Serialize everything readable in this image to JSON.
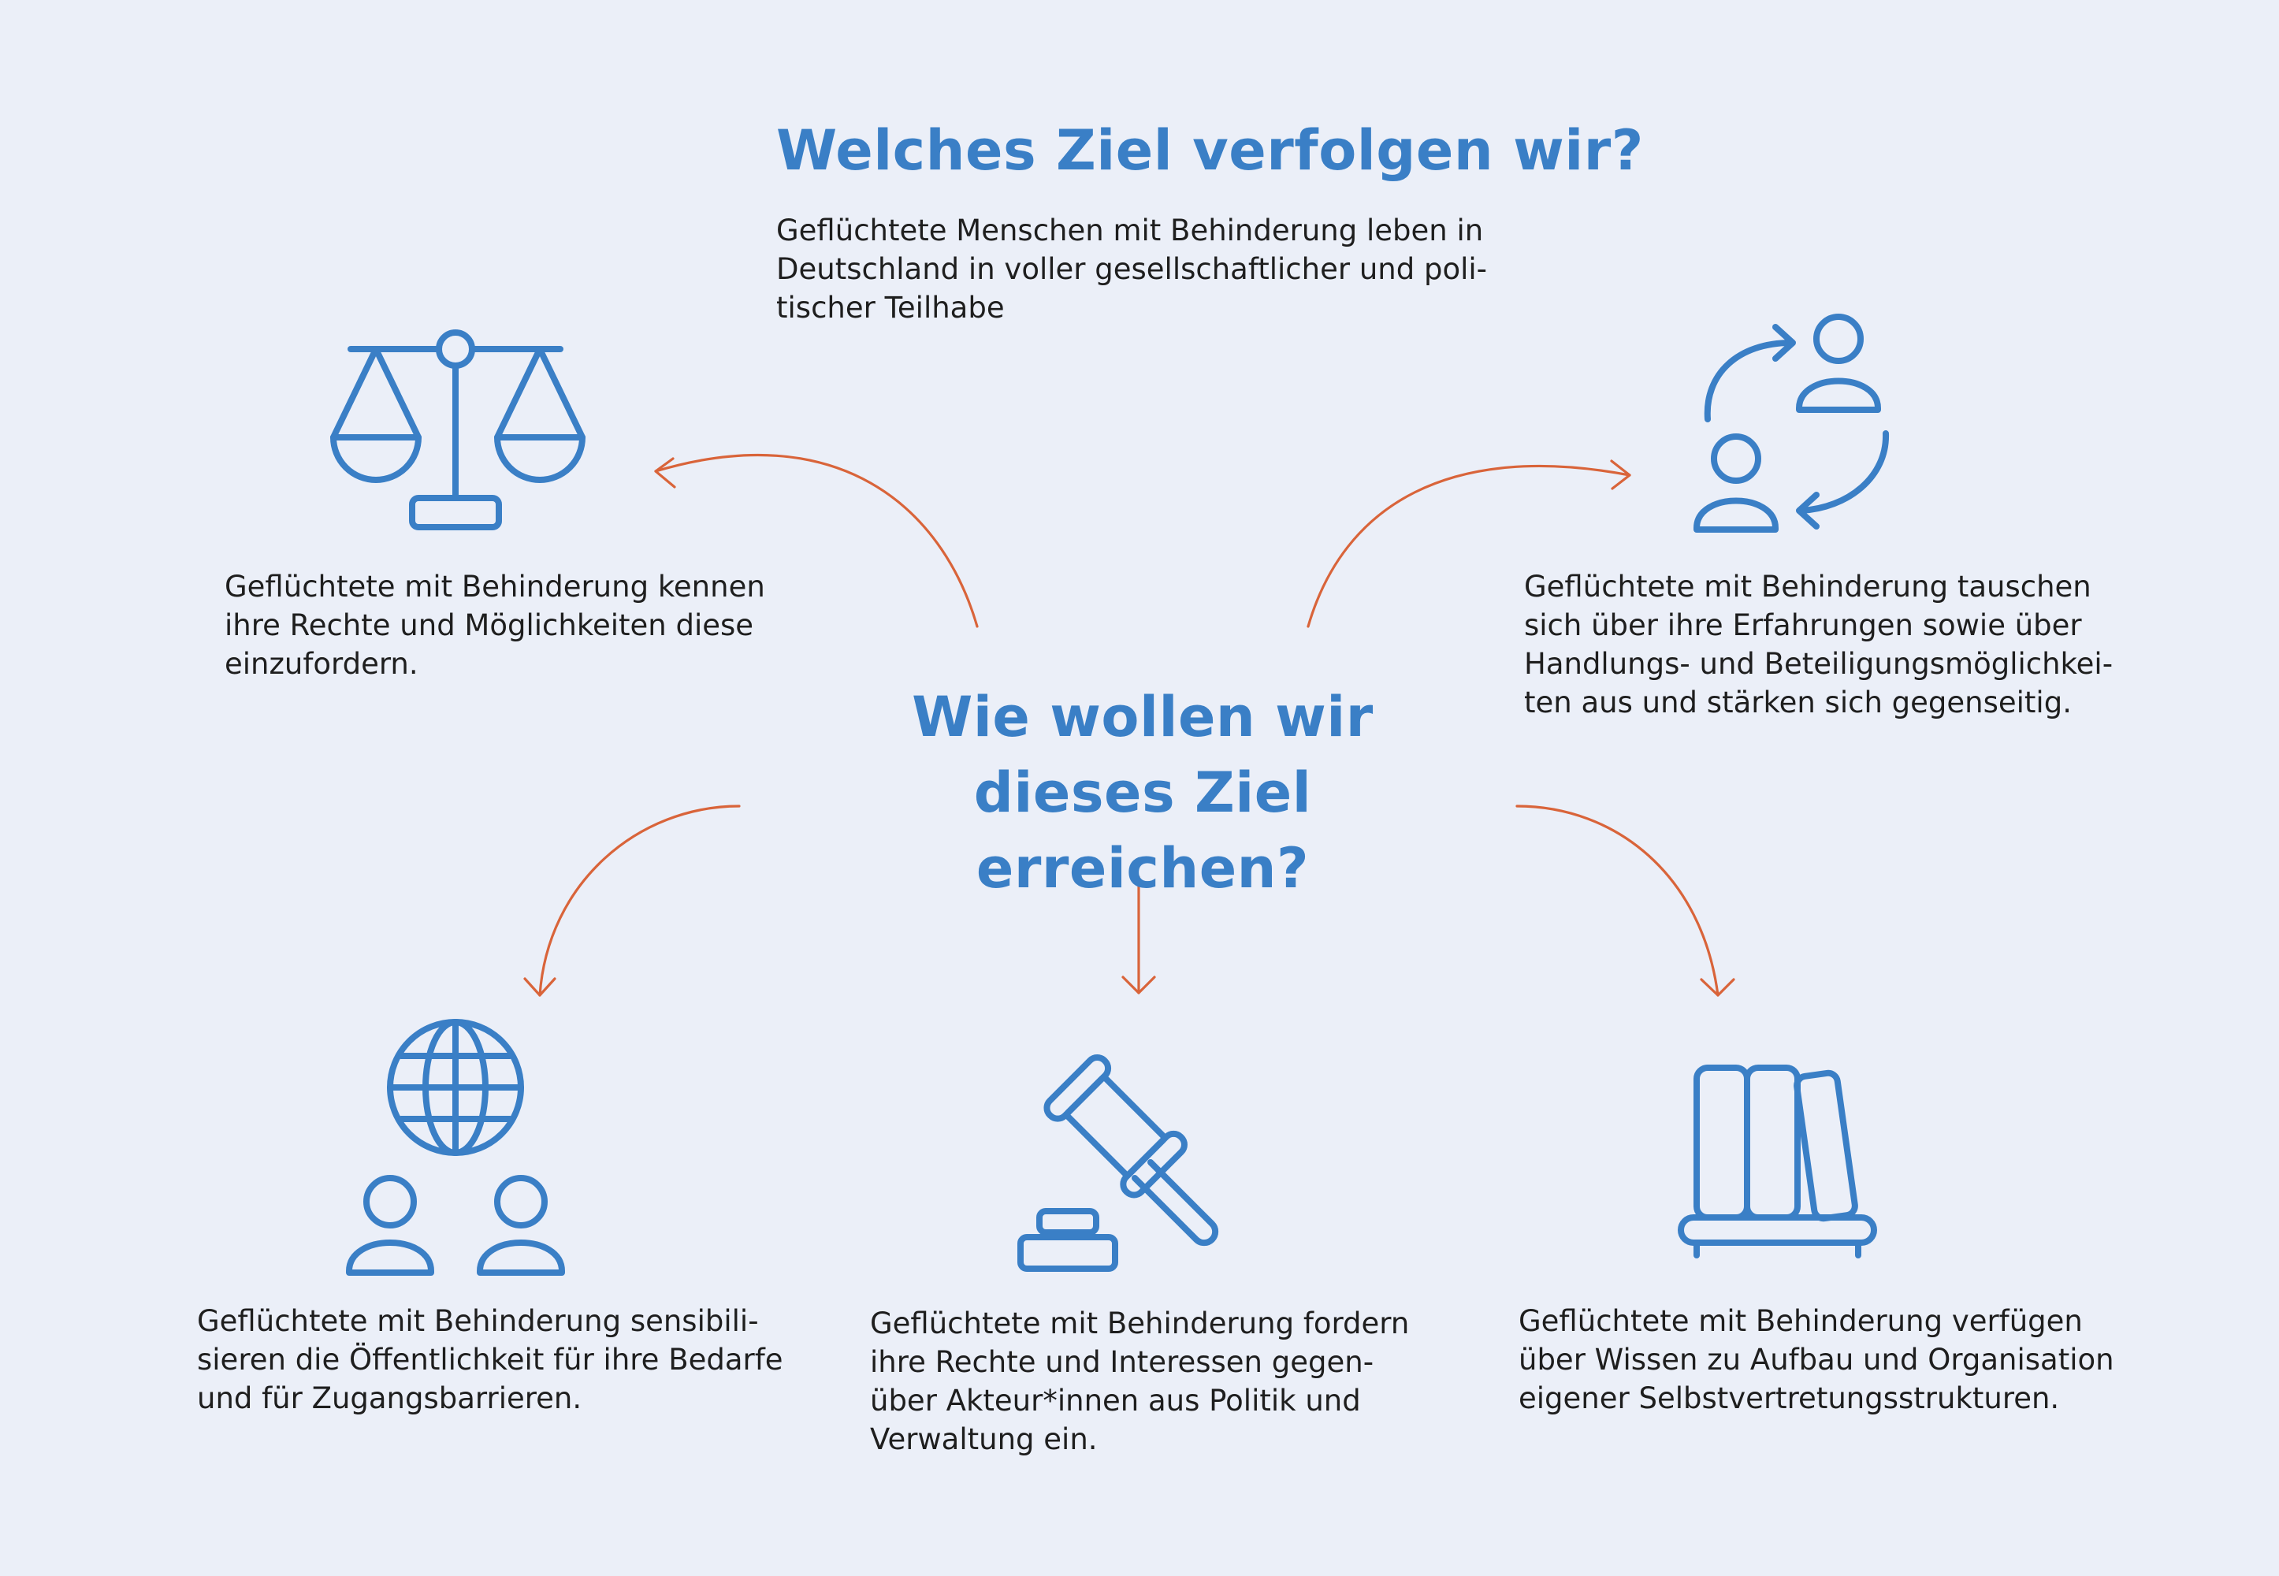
{
  "colors": {
    "accent": "#3a7fc6",
    "icon": "#3a7fc6",
    "arrow": "#d9643a",
    "background": "#ebeff8"
  },
  "goal": {
    "title": "Welches Ziel verfolgen wir?",
    "text": "Geflüchtete Menschen mit Behinderung leben in\nDeutschland in voller gesellschaftlicher und poli-\ntischer Teilhabe"
  },
  "method": {
    "title": "Wie wollen wir dieses Ziel erreichen?"
  },
  "outcomes": [
    {
      "icon": "scales-icon",
      "text": "Geflüchtete mit Behinderung kennen\nihre Rechte und Möglichkeiten diese\neinzufordern."
    },
    {
      "icon": "people-exchange-icon",
      "text": "Geflüchtete mit Behinderung tauschen\nsich über ihre Erfahrungen sowie über\nHandlungs- und Beteiligungsmöglichkei-\nten aus und stärken sich gegenseitig."
    },
    {
      "icon": "globe-people-icon",
      "text": "Geflüchtete mit Behinderung sensibili-\nsieren die Öffentlichkeit für ihre Bedarfe\nund für Zugangsbarrieren."
    },
    {
      "icon": "gavel-icon",
      "text": "Geflüchtete mit Behinderung fordern\nihre Rechte und Interessen gegen-\nüber Akteur*innen aus Politik und\nVerwaltung ein."
    },
    {
      "icon": "books-icon",
      "text": "Geflüchtete mit Behinderung verfügen\nüber Wissen zu Aufbau und Organisation\neigener Selbstvertretungsstrukturen."
    }
  ]
}
